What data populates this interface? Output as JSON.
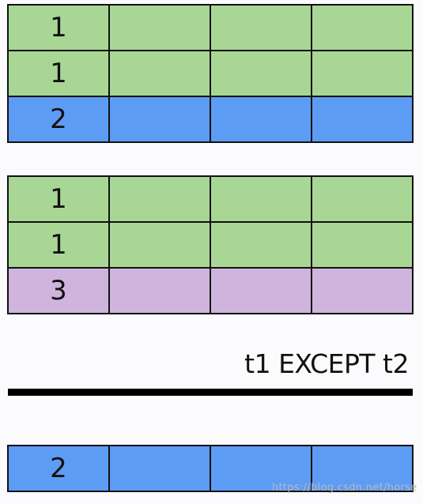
{
  "colors": {
    "green": "#a8d795",
    "blue": "#5d9cf5",
    "purple": "#cfb4dd",
    "line": "#000000",
    "background": "#fbfafc"
  },
  "tables": [
    {
      "rows": [
        {
          "key": "1",
          "color": "green"
        },
        {
          "key": "1",
          "color": "green"
        },
        {
          "key": "2",
          "color": "blue"
        }
      ]
    },
    {
      "rows": [
        {
          "key": "1",
          "color": "green"
        },
        {
          "key": "1",
          "color": "green"
        },
        {
          "key": "3",
          "color": "purple"
        }
      ]
    },
    {
      "rows": [
        {
          "key": "2",
          "color": "blue"
        }
      ]
    }
  ],
  "operation_label": "t1 EXCEPT t2",
  "watermark": "https://blog.csdn.net/horse"
}
